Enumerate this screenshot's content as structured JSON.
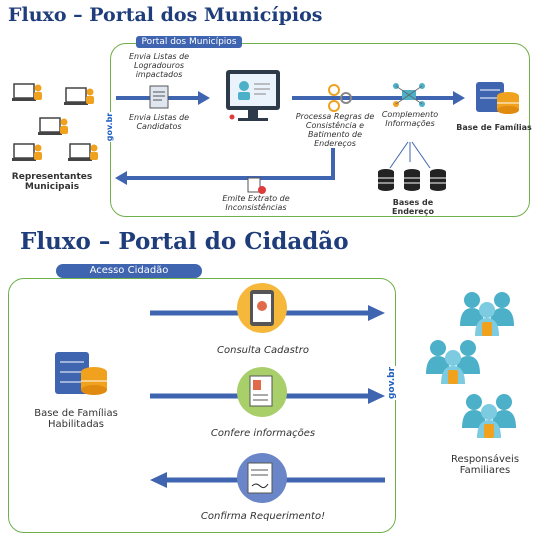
{
  "titles": {
    "municipios": "Fluxo – Portal dos Municípios",
    "cidadao": "Fluxo – Portal do Cidadão"
  },
  "municipios": {
    "tab": "Portal dos Municípios",
    "envia_logradouros": "Envia Listas de Logradouros impactados",
    "envia_candidatos": "Envia Listas de Candidatos",
    "processa": "Processa Regras de Consistência e Batimento de Endereços",
    "complemento": "Complemento Informações",
    "base_familias": "Base de Famílias",
    "bases_endereco": "Bases de Endereço",
    "representantes": "Representantes Municipais",
    "emite": "Emite Extrato de Inconsistências",
    "govbr": "gov.br"
  },
  "cidadao": {
    "tab": "Acesso Cidadão",
    "consulta": "Consulta Cadastro",
    "confere": "Confere informações",
    "confirma": "Confirma Requerimento!",
    "base_habilitadas": "Base de Famílias Habilitadas",
    "responsaveis": "Responsáveis Familiares",
    "govbr": "gov.br"
  },
  "colors": {
    "title": "#1f3d7a",
    "arrow": "#3f64b0",
    "border": "#6fb04b",
    "orange": "#f0a21e",
    "teal": "#4bb0c8"
  }
}
